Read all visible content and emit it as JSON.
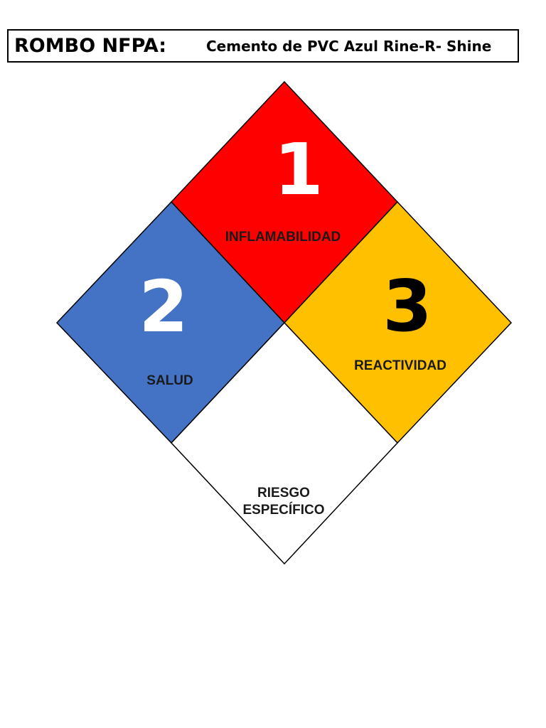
{
  "header": {
    "title": "ROMBO NFPA:",
    "product": "Cemento de PVC Azul Rine-R- Shine"
  },
  "nfpa": {
    "flammability": {
      "value": "1",
      "label": "INFLAMABILIDAD",
      "color": "#ff0000",
      "value_color": "#ffffff"
    },
    "health": {
      "value": "2",
      "label": "SALUD",
      "color": "#4472c4",
      "value_color": "#ffffff"
    },
    "reactivity": {
      "value": "3",
      "label": "REACTIVIDAD",
      "color": "#ffc000",
      "value_color": "#000000"
    },
    "specific": {
      "value": "",
      "label_line1": "RIESGO",
      "label_line2": "ESPECÍFICO",
      "color": "#ffffff"
    }
  }
}
